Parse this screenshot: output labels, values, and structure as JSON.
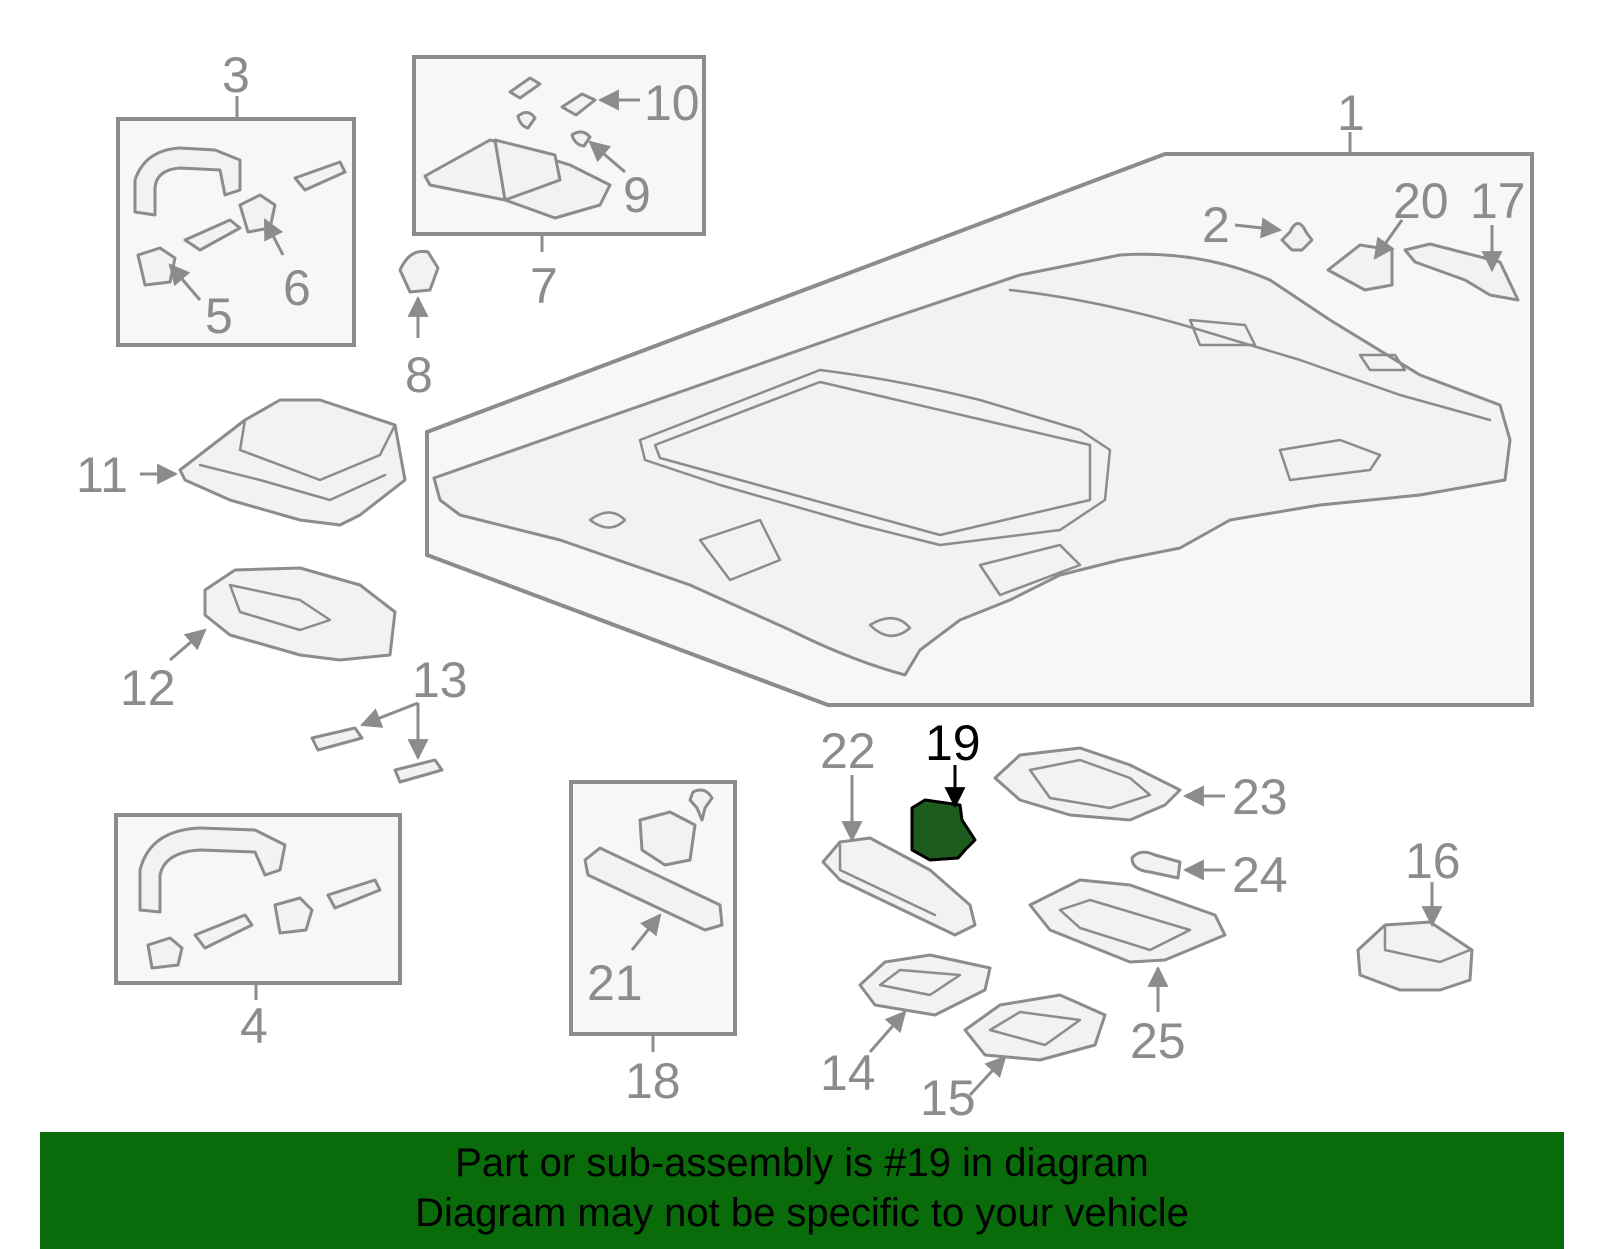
{
  "diagram": {
    "highlighted_part": "19",
    "labels": {
      "p1": "1",
      "p2": "2",
      "p3": "3",
      "p4": "4",
      "p5": "5",
      "p6": "6",
      "p7": "7",
      "p8": "8",
      "p9": "9",
      "p10": "10",
      "p11": "11",
      "p12": "12",
      "p13": "13",
      "p14": "14",
      "p15": "15",
      "p16": "16",
      "p17": "17",
      "p18": "18",
      "p19": "19",
      "p20": "20",
      "p21": "21",
      "p22": "22",
      "p23": "23",
      "p24": "24",
      "p25": "25"
    },
    "colors": {
      "line": "#8c8c8c",
      "highlight_part": "#1e5b1e",
      "highlight_label": "#000000",
      "banner": "#0a6b0a"
    }
  },
  "footer": {
    "line1": "Part or sub-assembly is #19 in diagram",
    "line2": "Diagram may not be specific to your vehicle"
  }
}
